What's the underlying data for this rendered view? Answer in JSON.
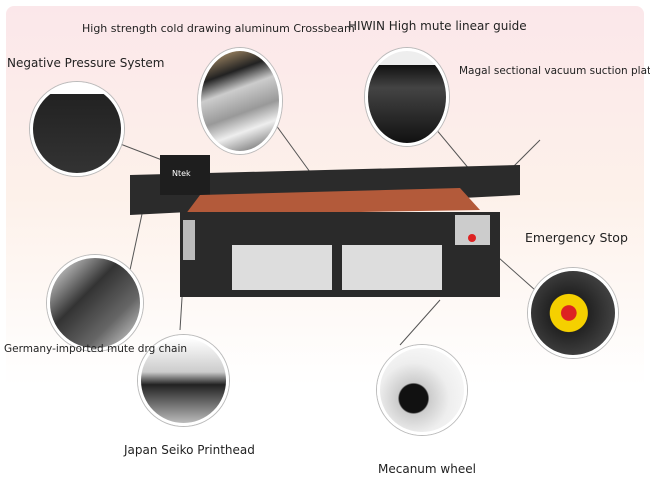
{
  "labels": {
    "crossbeam": "High strength cold drawing aluminum Crossbeam",
    "guide": "HIWIN High mute linear guide",
    "negative": "Negative Pressure System",
    "platform": "Magal sectional vacuum suction platform",
    "emergency": "Emergency Stop",
    "chain": "Germany-imported mute drg chain",
    "printhead": "Japan Seiko Printhead",
    "wheel": "Mecanum wheel"
  },
  "brand": "Ntek"
}
